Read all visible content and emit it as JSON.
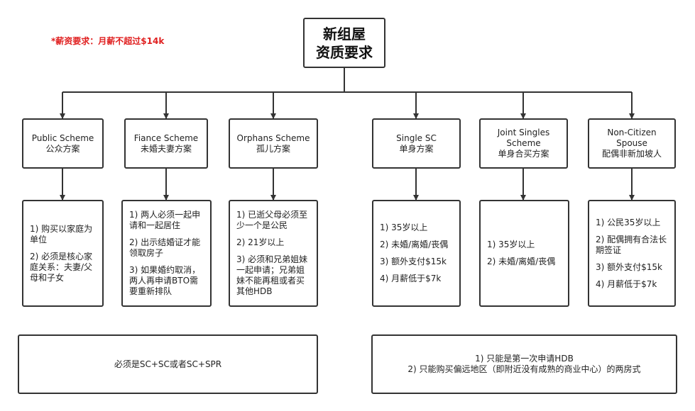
{
  "salary_note": "*薪资要求：月薪不超过$14k",
  "root": {
    "line1": "新组屋",
    "line2": "资质要求"
  },
  "schemes": [
    {
      "name_en": "Public Scheme",
      "name_cn": "公众方案",
      "requirements": [
        "1) 购买以家庭为单位",
        "2) 必须是核心家庭关系：夫妻/父母和子女"
      ]
    },
    {
      "name_en": "Fiance Scheme",
      "name_cn": "未婚夫妻方案",
      "requirements": [
        "1) 两人必须一起申请和一起居住",
        "2) 出示结婚证才能领取房子",
        "3) 如果婚约取消，两人再申请BTO需要重新排队"
      ]
    },
    {
      "name_en": "Orphans Scheme",
      "name_cn": "孤儿方案",
      "requirements": [
        "1) 已逝父母必须至少一个是公民",
        "2) 21岁以上",
        "3) 必须和兄弟姐妹一起申请；兄弟姐妹不能再租或者买其他HDB"
      ]
    },
    {
      "name_en": "Single SC",
      "name_cn": "单身方案",
      "requirements": [
        "1) 35岁以上",
        "2) 未婚/离婚/丧偶",
        "3) 额外支付$15k",
        "4) 月薪低于$7k"
      ]
    },
    {
      "name_en": "Joint Singles Scheme",
      "name_cn": "单身合买方案",
      "requirements": [
        "1) 35岁以上",
        "2) 未婚/离婚/丧偶"
      ]
    },
    {
      "name_en": "Non-Citizen Spouse",
      "name_cn": "配偶非新加坡人",
      "requirements": [
        "1) 公民35岁以上",
        "2) 配偶拥有合法长期签证",
        "3) 额外支付$15k",
        "4) 月薪低于$7k"
      ]
    }
  ],
  "footer_left": "必须是SC+SC或者SC+SPR",
  "footer_right": [
    "1)  只能是第一次申请HDB",
    "2) 只能购买偏远地区（即附近没有成熟的商业中心）的两房式"
  ]
}
